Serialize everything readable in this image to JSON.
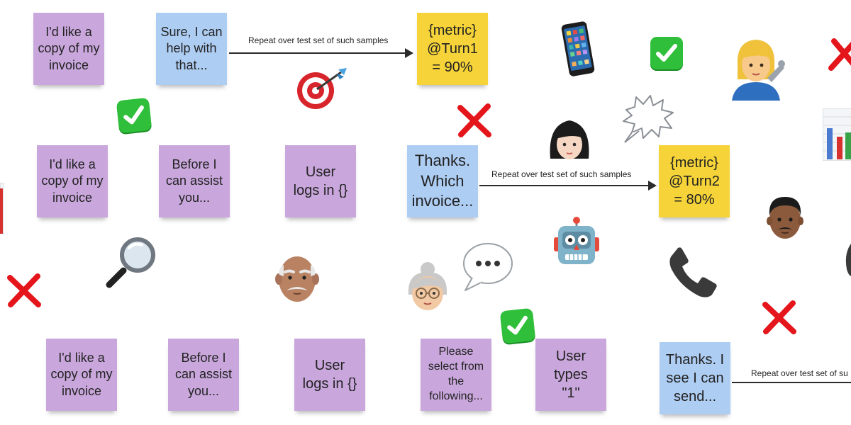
{
  "rows": [
    {
      "notes": [
        {
          "id": "r1-user-1",
          "text": "I'd like a\ncopy of my\ninvoice",
          "color": "purple"
        },
        {
          "id": "r1-bot-1",
          "text": "Sure, I can\nhelp with\nthat...",
          "color": "blue"
        },
        {
          "id": "r1-metric",
          "text": "{metric}\n@Turn1\n= 90%",
          "color": "yellow"
        }
      ],
      "arrow_label": "Repeat over test set of such samples"
    },
    {
      "notes": [
        {
          "id": "r2-user-1",
          "text": "I'd like a\ncopy of my\ninvoice",
          "color": "purple"
        },
        {
          "id": "r2-bot-1",
          "text": "Before I\ncan assist\nyou...",
          "color": "purple"
        },
        {
          "id": "r2-user-2",
          "text": "User\nlogs in {}",
          "color": "purple"
        },
        {
          "id": "r2-bot-2",
          "text": "Thanks.\nWhich\ninvoice...",
          "color": "blue"
        },
        {
          "id": "r2-metric",
          "text": "{metric}\n@Turn2\n= 80%",
          "color": "yellow"
        }
      ],
      "arrow_label": "Repeat over test set of such samples"
    },
    {
      "notes": [
        {
          "id": "r3-user-1",
          "text": "I'd like a\ncopy of my\ninvoice",
          "color": "purple"
        },
        {
          "id": "r3-bot-1",
          "text": "Before I\ncan assist\nyou...",
          "color": "purple"
        },
        {
          "id": "r3-user-2",
          "text": "User\nlogs in {}",
          "color": "purple"
        },
        {
          "id": "r3-bot-2",
          "text": "Please\nselect from\nthe\nfollowing...",
          "color": "purple"
        },
        {
          "id": "r3-user-3",
          "text": "User\ntypes\n\"1\"",
          "color": "purple"
        },
        {
          "id": "r3-bot-3",
          "text": "Thanks. I\nsee I can\nsend...",
          "color": "blue"
        }
      ],
      "arrow_label": "Repeat over test set of su"
    }
  ],
  "icons": [
    "target-icon",
    "mobile-phone-icon",
    "check-mark-icon",
    "cross-mark-icon",
    "woman-mechanic-icon",
    "bar-chart-icon",
    "anger-bubble-icon",
    "woman-face-icon",
    "robot-icon",
    "man-face-icon",
    "magnifying-glass-icon",
    "old-man-icon",
    "old-woman-icon",
    "speech-bubble-icon",
    "telephone-receiver-icon"
  ],
  "colors": {
    "purple": "#c9a7dc",
    "blue": "#aecdf3",
    "yellow": "#f6d439",
    "check_green": "#2fbf3a",
    "cross_red": "#e4151b"
  }
}
